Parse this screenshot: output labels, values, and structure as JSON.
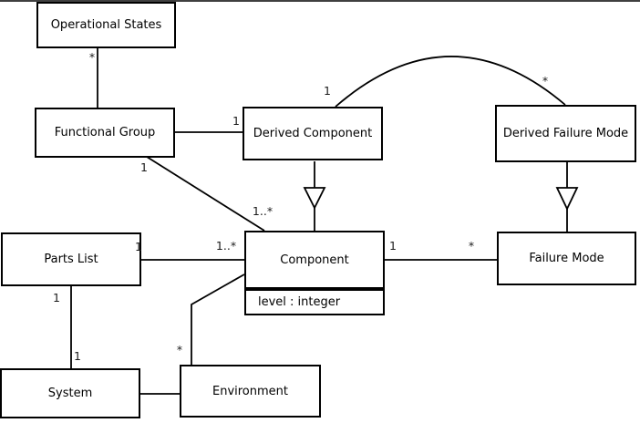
{
  "diagram": {
    "type": "uml-class-diagram",
    "background_color": "#ffffff",
    "line_color": "#000000",
    "classes": [
      {
        "id": "operational-states",
        "name": "Operational States"
      },
      {
        "id": "functional-group",
        "name": "Functional Group"
      },
      {
        "id": "derived-component",
        "name": "Derived Component"
      },
      {
        "id": "derived-failure-mode",
        "name": "Derived Failure Mode"
      },
      {
        "id": "component",
        "name": "Component",
        "attributes": [
          "level : integer"
        ]
      },
      {
        "id": "failure-mode",
        "name": "Failure Mode"
      },
      {
        "id": "parts-list",
        "name": "Parts List"
      },
      {
        "id": "system",
        "name": "System"
      },
      {
        "id": "environment",
        "name": "Environment"
      }
    ],
    "multiplicities": [
      {
        "text": "*",
        "association": "operational-states--functional-group",
        "end": "operational-states"
      },
      {
        "text": "1",
        "association": "functional-group--derived-component",
        "end": "derived-component"
      },
      {
        "text": "1",
        "association": "functional-group--component",
        "end": "functional-group"
      },
      {
        "text": "1..*",
        "association": "functional-group--component",
        "end": "component"
      },
      {
        "text": "1",
        "association": "derived-component--derived-failure-mode",
        "end": "derived-component"
      },
      {
        "text": "*",
        "association": "derived-component--derived-failure-mode",
        "end": "derived-failure-mode"
      },
      {
        "text": "1..*",
        "association": "parts-list--component",
        "end": "component"
      },
      {
        "text": "1",
        "association": "parts-list--component",
        "end": "parts-list"
      },
      {
        "text": "1",
        "association": "component--failure-mode",
        "end": "component"
      },
      {
        "text": "*",
        "association": "component--failure-mode",
        "end": "failure-mode"
      },
      {
        "text": "1",
        "association": "parts-list--system",
        "end": "parts-list"
      },
      {
        "text": "1",
        "association": "parts-list--system",
        "end": "system"
      },
      {
        "text": "*",
        "association": "environment--component",
        "end": "environment"
      }
    ],
    "associations": [
      {
        "from": "Operational States",
        "to": "Functional Group",
        "kind": "association",
        "from_label": "*"
      },
      {
        "from": "Functional Group",
        "to": "Derived Component",
        "kind": "association",
        "to_label": "1"
      },
      {
        "from": "Functional Group",
        "to": "Component",
        "kind": "association",
        "from_label": "1",
        "to_label": "1..*"
      },
      {
        "from": "Derived Component",
        "to": "Derived Failure Mode",
        "kind": "association-arc",
        "from_label": "1",
        "to_label": "*"
      },
      {
        "from": "Derived Component",
        "to": "Component",
        "kind": "generalization"
      },
      {
        "from": "Derived Failure Mode",
        "to": "Failure Mode",
        "kind": "generalization"
      },
      {
        "from": "Parts List",
        "to": "Component",
        "kind": "association",
        "from_label": "1",
        "to_label": "1..*"
      },
      {
        "from": "Component",
        "to": "Failure Mode",
        "kind": "association",
        "from_label": "1",
        "to_label": "*"
      },
      {
        "from": "Parts List",
        "to": "System",
        "kind": "association",
        "from_label": "1",
        "to_label": "1"
      },
      {
        "from": "System",
        "to": "Environment",
        "kind": "association"
      },
      {
        "from": "Environment",
        "to": "Component",
        "kind": "association",
        "from_label": "*"
      }
    ]
  }
}
